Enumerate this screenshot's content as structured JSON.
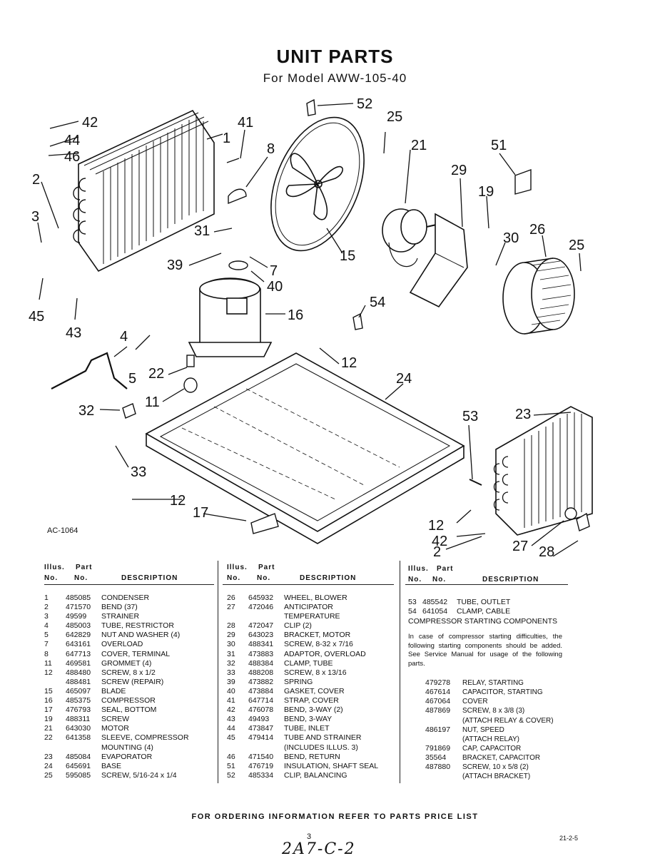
{
  "header": {
    "title": "UNIT PARTS",
    "subtitle": "For Model  AWW-105-40"
  },
  "diagram": {
    "code": "AC-1064",
    "callouts": [
      "42",
      "44",
      "46",
      "2",
      "3",
      "45",
      "43",
      "1",
      "41",
      "8",
      "31",
      "39",
      "7",
      "40",
      "16",
      "52",
      "25",
      "21",
      "51",
      "29",
      "19",
      "30",
      "26",
      "25",
      "15",
      "54",
      "12",
      "24",
      "4",
      "5",
      "22",
      "11",
      "32",
      "33",
      "12",
      "17",
      "53",
      "23",
      "12",
      "42",
      "2",
      "27",
      "28"
    ]
  },
  "table_headers": {
    "illus": "Illus.",
    "part": "Part",
    "no": "No.",
    "no2": "No.",
    "description": "DESCRIPTION"
  },
  "parts_col1": [
    [
      "1",
      "485085",
      "CONDENSER"
    ],
    [
      "2",
      "471570",
      "BEND (37)"
    ],
    [
      "3",
      "49599",
      "STRAINER"
    ],
    [
      "4",
      "485003",
      "TUBE, RESTRICTOR"
    ],
    [
      "5",
      "642829",
      "NUT AND WASHER (4)"
    ],
    [
      "7",
      "643161",
      "OVERLOAD"
    ],
    [
      "8",
      "647713",
      "COVER, TERMINAL"
    ],
    [
      "11",
      "469581",
      "GROMMET (4)"
    ],
    [
      "12",
      "488480",
      "SCREW, 8 x 1/2"
    ],
    [
      "",
      "488481",
      "SCREW (REPAIR)"
    ],
    [
      "15",
      "465097",
      "BLADE"
    ],
    [
      "16",
      "485375",
      "COMPRESSOR"
    ],
    [
      "17",
      "476793",
      "SEAL, BOTTOM"
    ],
    [
      "19",
      "488311",
      "SCREW"
    ],
    [
      "21",
      "643030",
      "MOTOR"
    ],
    [
      "22",
      "641358",
      "SLEEVE, COMPRESSOR"
    ],
    [
      "",
      "",
      "MOUNTING (4)"
    ],
    [
      "23",
      "485084",
      "EVAPORATOR"
    ],
    [
      "24",
      "645691",
      "BASE"
    ],
    [
      "25",
      "595085",
      "SCREW, 5/16-24 x 1/4"
    ]
  ],
  "parts_col2": [
    [
      "26",
      "645932",
      "WHEEL, BLOWER"
    ],
    [
      "27",
      "472046",
      "ANTICIPATOR"
    ],
    [
      "",
      "",
      "TEMPERATURE"
    ],
    [
      "28",
      "472047",
      "CLIP (2)"
    ],
    [
      "29",
      "643023",
      "BRACKET, MOTOR"
    ],
    [
      "30",
      "488341",
      "SCREW, 8-32 x 7/16"
    ],
    [
      "31",
      "473883",
      "ADAPTOR, OVERLOAD"
    ],
    [
      "32",
      "488384",
      "CLAMP, TUBE"
    ],
    [
      "33",
      "488208",
      "SCREW, 8 x 13/16"
    ],
    [
      "39",
      "473882",
      "SPRING"
    ],
    [
      "40",
      "473884",
      "GASKET, COVER"
    ],
    [
      "41",
      "647714",
      "STRAP, COVER"
    ],
    [
      "42",
      "476078",
      "BEND, 3-WAY (2)"
    ],
    [
      "43",
      "49493",
      "BEND, 3-WAY"
    ],
    [
      "44",
      "473847",
      "TUBE, INLET"
    ],
    [
      "45",
      "479414",
      "TUBE AND STRAINER"
    ],
    [
      "",
      "",
      "(INCLUDES ILLUS. 3)"
    ],
    [
      "46",
      "471540",
      "BEND, RETURN"
    ],
    [
      "51",
      "476719",
      "INSULATION, SHAFT SEAL"
    ],
    [
      "52",
      "485334",
      "CLIP, BALANCING"
    ]
  ],
  "parts_col3": [
    [
      "53",
      "485542",
      "TUBE, OUTLET"
    ],
    [
      "54",
      "641054",
      "CLAMP, CABLE"
    ]
  ],
  "starting": {
    "heading": "COMPRESSOR STARTING COMPONENTS",
    "note": "In case of compressor starting difficulties, the following starting components should be added. See Service Manual for usage of the following parts.",
    "items": [
      [
        "479278",
        "RELAY, STARTING"
      ],
      [
        "467614",
        "CAPACITOR, STARTING"
      ],
      [
        "467064",
        "COVER"
      ],
      [
        "487869",
        "SCREW, 8 x 3/8 (3)"
      ],
      [
        "",
        "(ATTACH RELAY & COVER)"
      ],
      [
        "486197",
        "NUT, SPEED"
      ],
      [
        "",
        "(ATTACH RELAY)"
      ],
      [
        "791869",
        "CAP, CAPACITOR"
      ],
      [
        "35564",
        "BRACKET, CAPACITOR"
      ],
      [
        "487880",
        "SCREW, 10 x 5/8 (2)"
      ],
      [
        "",
        "(ATTACH BRACKET)"
      ]
    ]
  },
  "footer": {
    "ordering": "FOR ORDERING INFORMATION REFER TO PARTS PRICE LIST",
    "page": "3",
    "corner": "21-2-5",
    "handwritten": "2A7-C-2"
  }
}
